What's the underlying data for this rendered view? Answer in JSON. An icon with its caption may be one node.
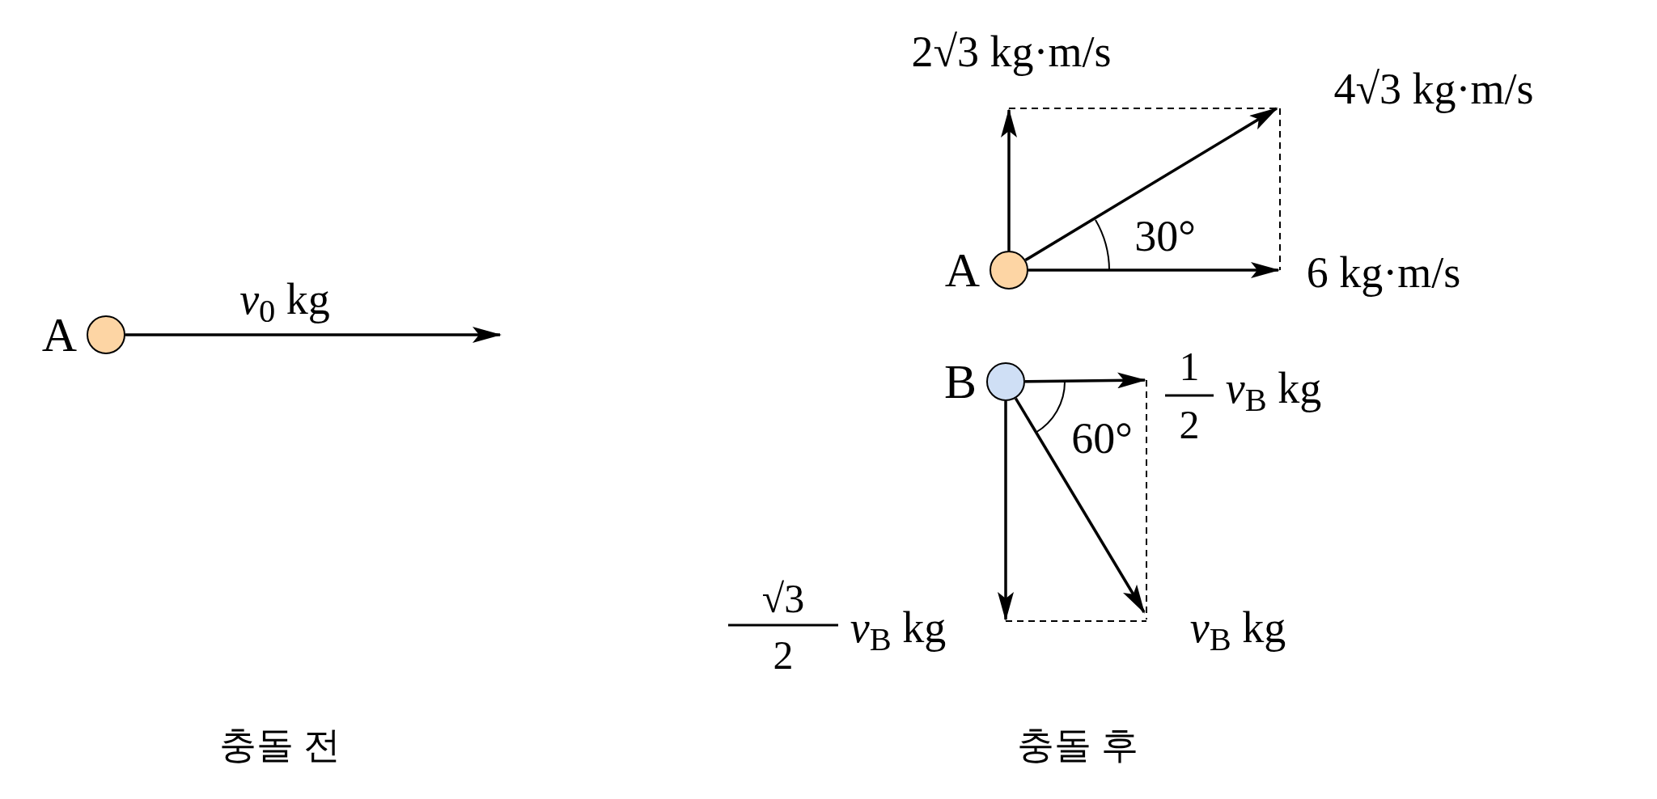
{
  "diagram": {
    "nodes": [
      {
        "text": [],
        "shape": "circle",
        "beside": [
          "A"
        ]
      },
      {
        "text": [],
        "shape": "circle",
        "beside": [
          "A"
        ]
      },
      {
        "text": [],
        "shape": "circle",
        "beside": [
          "B"
        ]
      }
    ],
    "edges": [
      {
        "from": 0,
        "to": null,
        "arrow": "to"
      },
      {
        "from": 1,
        "to": null,
        "arrow": "to"
      },
      {
        "from": 1,
        "to": null,
        "arrow": "to"
      },
      {
        "from": 1,
        "to": null,
        "arrow": "to"
      },
      {
        "from": 2,
        "to": null,
        "arrow": "to"
      },
      {
        "from": 2,
        "to": null,
        "arrow": "to"
      },
      {
        "from": 2,
        "to": null,
        "arrow": "to"
      }
    ],
    "labels": [
      "2√3 kg·m/s",
      "4√3 kg·m/s",
      "*v*$_{0}$ kg",
      "30°",
      "6 kg·m/s",
      "1",
      "2",
      "*v*$_{B}$ kg",
      "60°",
      "√3",
      "2",
      "*v*$_{B}$ kg",
      "*v*$_{B}$ kg",
      "충돌 전",
      "충돌 후"
    ]
  }
}
